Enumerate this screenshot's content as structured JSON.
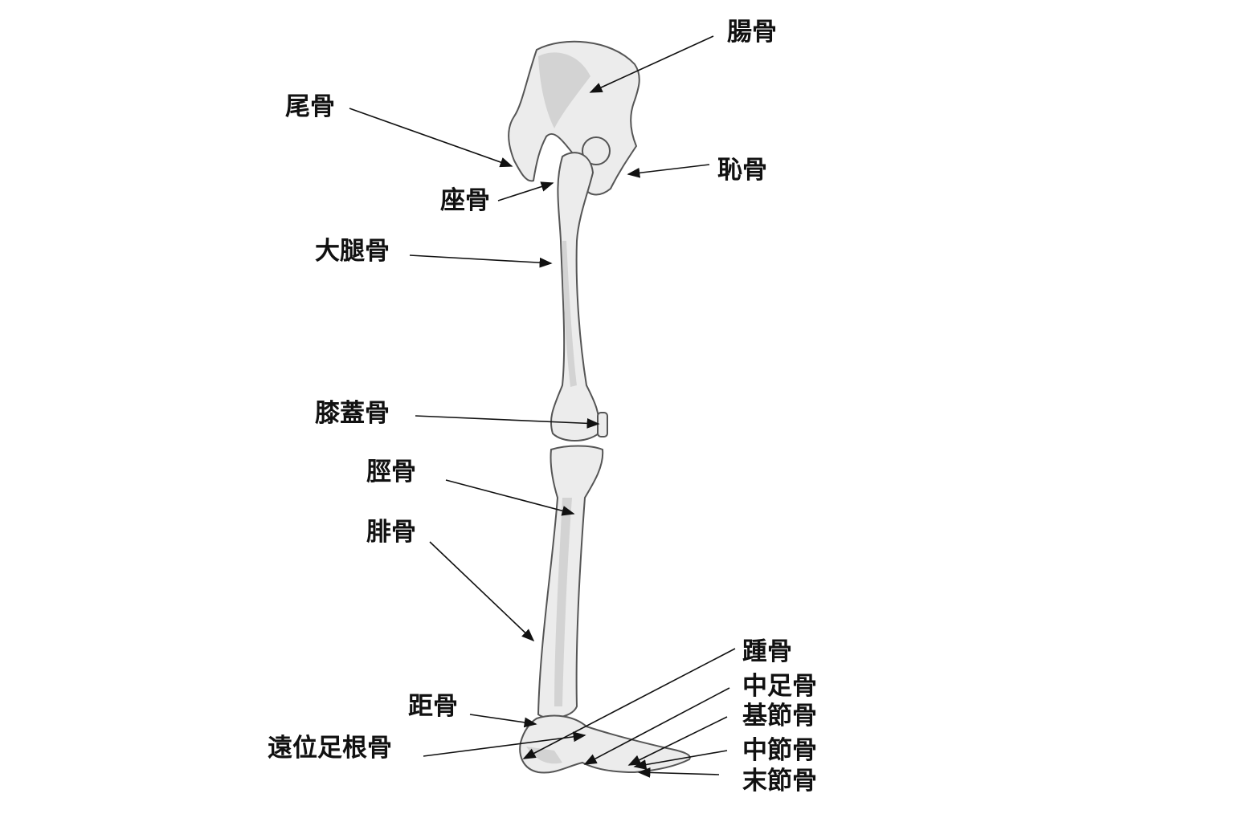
{
  "labels": {
    "ilium": "腸骨",
    "coccyx": "尾骨",
    "pubis": "恥骨",
    "ischium": "座骨",
    "femur": "大腿骨",
    "patella": "膝蓋骨",
    "tibia": "脛骨",
    "fibula": "腓骨",
    "talus": "距骨",
    "distal_tarsals": "遠位足根骨",
    "calcaneus": "踵骨",
    "metatarsals": "中足骨",
    "proximal_phalanges": "基節骨",
    "middle_phalanges": "中節骨",
    "distal_phalanges": "末節骨"
  }
}
